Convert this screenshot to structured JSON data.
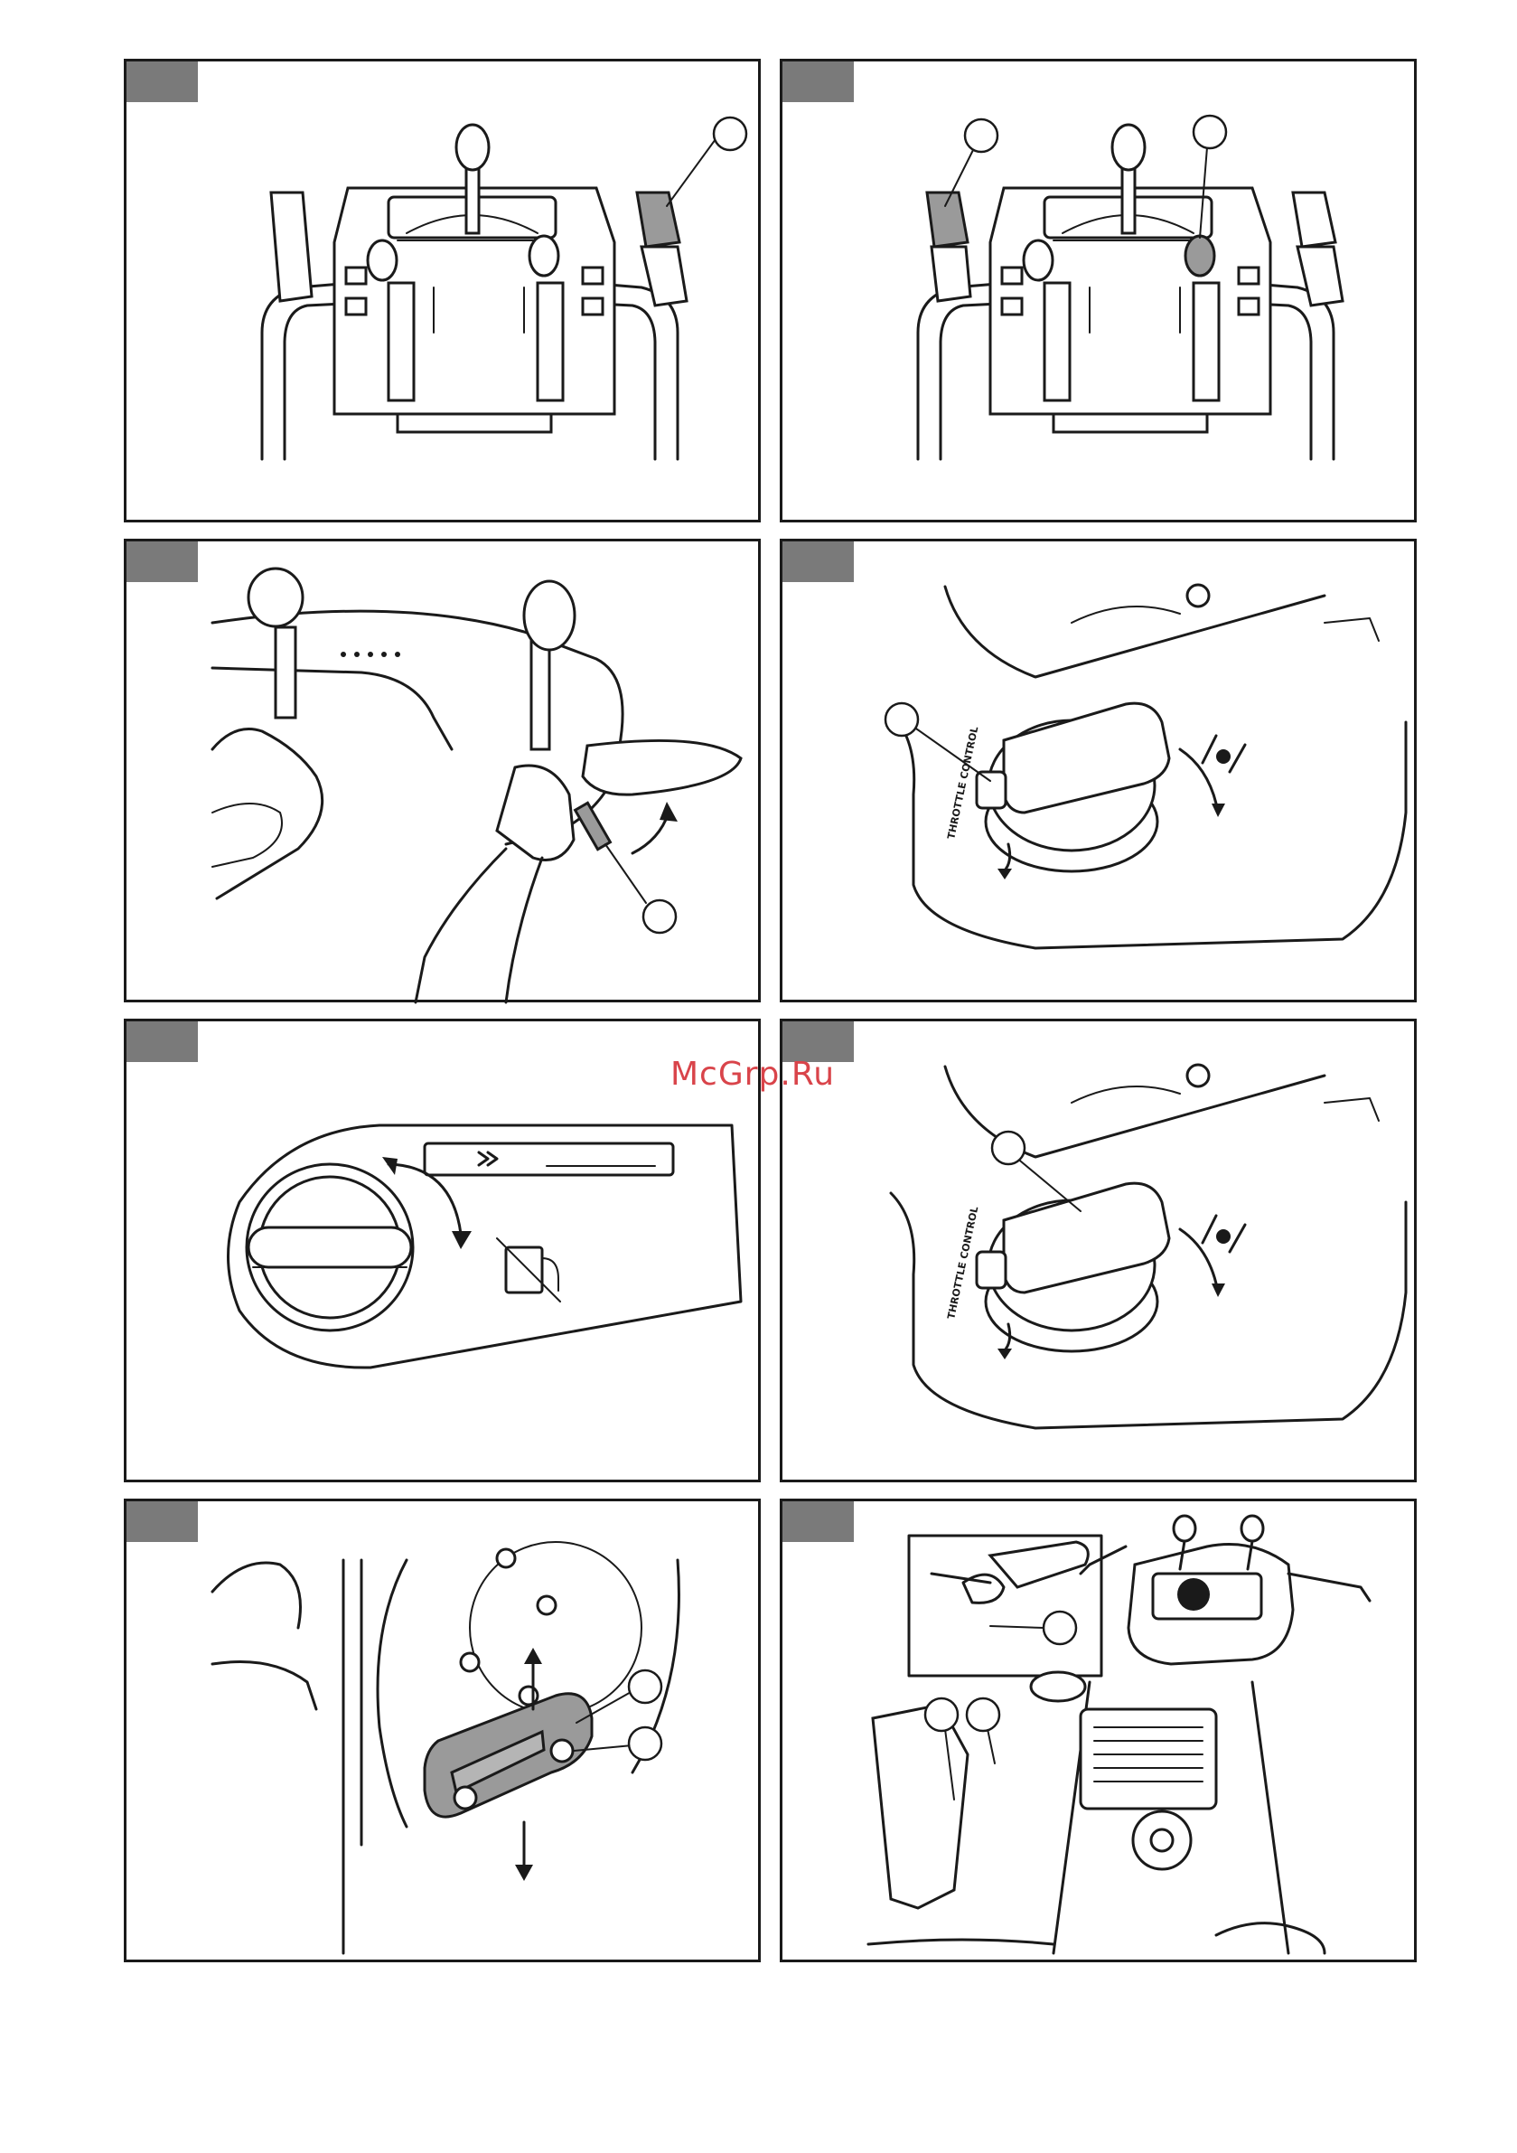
{
  "watermark": "McGrp.Ru",
  "decal_text": "THROTTLE CONTROL",
  "colors": {
    "frame": "#1a1a1a",
    "tab": "#7a7a7a",
    "watermark": "#d9444a",
    "highlight": "#9a9a9a"
  },
  "panels": [
    {
      "id": "panel-1",
      "content": "control-panel-front-view"
    },
    {
      "id": "panel-2",
      "content": "control-panel-front-view"
    },
    {
      "id": "panel-3",
      "content": "handle-trigger-lever"
    },
    {
      "id": "panel-4",
      "content": "throttle-control-knob"
    },
    {
      "id": "panel-5",
      "content": "fuel-valve-knob"
    },
    {
      "id": "panel-6",
      "content": "throttle-control-knob"
    },
    {
      "id": "panel-7",
      "content": "skid-shoe"
    },
    {
      "id": "panel-8",
      "content": "snowthrower-overview"
    }
  ]
}
